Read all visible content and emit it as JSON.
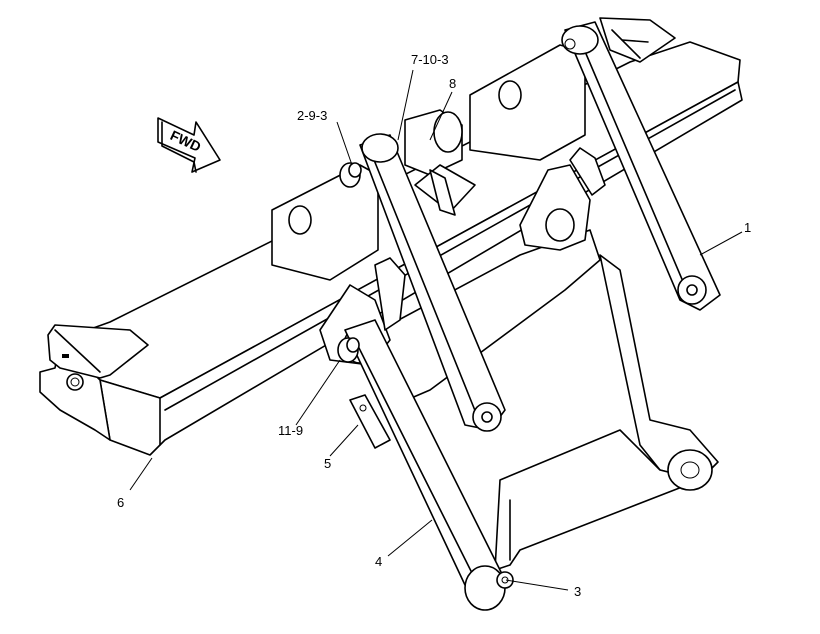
{
  "fwd_arrow": {
    "label": "FWD"
  },
  "callouts": [
    {
      "id": "c-1",
      "label": "1"
    },
    {
      "id": "c-2-9-3",
      "label": "2-9-3"
    },
    {
      "id": "c-3",
      "label": "3"
    },
    {
      "id": "c-4",
      "label": "4"
    },
    {
      "id": "c-5",
      "label": "5"
    },
    {
      "id": "c-6",
      "label": "6"
    },
    {
      "id": "c-7-10-3",
      "label": "7-10-3"
    },
    {
      "id": "c-8",
      "label": "8"
    },
    {
      "id": "c-11-9",
      "label": "11-9"
    }
  ]
}
